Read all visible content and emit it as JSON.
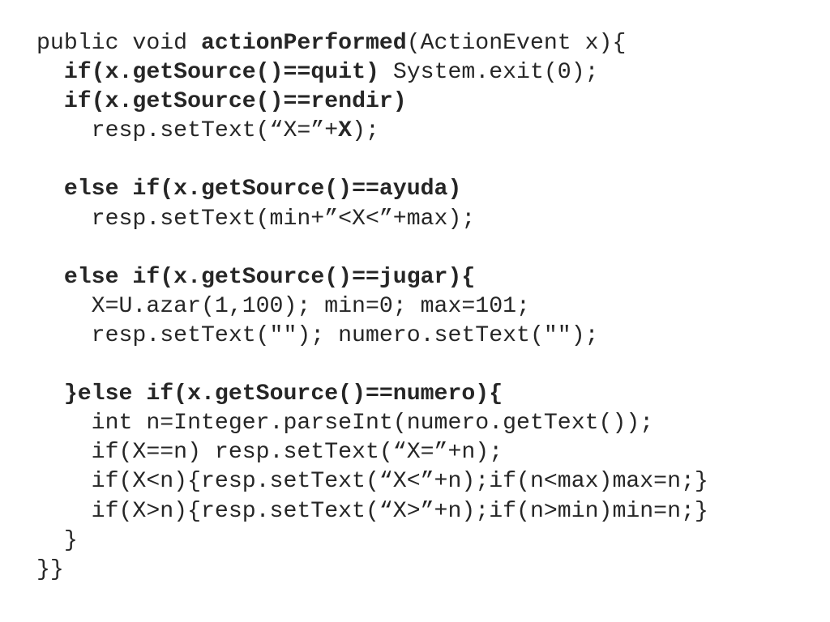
{
  "code_lines": [
    [
      {
        "t": "public void ",
        "b": false
      },
      {
        "t": "actionPerformed",
        "b": true
      },
      {
        "t": "(ActionEvent x){",
        "b": false
      }
    ],
    [
      {
        "t": "  ",
        "b": false
      },
      {
        "t": "if(x.getSource()==quit)",
        "b": true
      },
      {
        "t": " System.exit(0);",
        "b": false
      }
    ],
    [
      {
        "t": "  ",
        "b": false
      },
      {
        "t": "if(x.getSource()==rendir)",
        "b": true
      }
    ],
    [
      {
        "t": "    resp.setText(“X=”+",
        "b": false
      },
      {
        "t": "X",
        "b": true
      },
      {
        "t": ");",
        "b": false
      }
    ],
    [],
    [
      {
        "t": "  ",
        "b": false
      },
      {
        "t": "else if(x.getSource()==ayuda)",
        "b": true
      }
    ],
    [
      {
        "t": "    resp.setText(min+”<X<”+max);",
        "b": false
      }
    ],
    [],
    [
      {
        "t": "  ",
        "b": false
      },
      {
        "t": "else if(x.getSource()==jugar){",
        "b": true
      }
    ],
    [
      {
        "t": "    X=U.azar(1,100); min=0; max=101;",
        "b": false
      }
    ],
    [
      {
        "t": "    resp.setText(\"\"); numero.setText(\"\");",
        "b": false
      }
    ],
    [],
    [
      {
        "t": "  ",
        "b": false
      },
      {
        "t": "}else if(x.getSource()==numero){",
        "b": true
      }
    ],
    [
      {
        "t": "    int n=Integer.parseInt(numero.getText());",
        "b": false
      }
    ],
    [
      {
        "t": "    if(X==n) resp.setText(“X=”+n);",
        "b": false
      }
    ],
    [
      {
        "t": "    if(X<n){resp.setText(“X<”+n);if(n<max)max=n;}",
        "b": false
      }
    ],
    [
      {
        "t": "    if(X>n){resp.setText(“X>”+n);if(n>min)min=n;}",
        "b": false
      }
    ],
    [
      {
        "t": "  }",
        "b": false
      }
    ],
    [
      {
        "t": "}}",
        "b": false
      }
    ]
  ]
}
